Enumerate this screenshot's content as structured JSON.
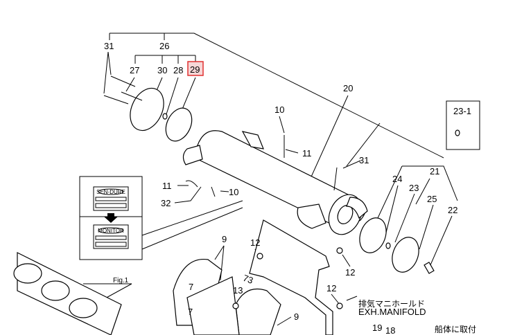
{
  "callouts": {
    "c31a": "31",
    "c26": "26",
    "c27": "27",
    "c30": "30",
    "c28": "28",
    "c29": "29",
    "c20": "20",
    "c10a": "10",
    "c11a": "11",
    "c31b": "31",
    "c23_1": "23-1",
    "c21": "21",
    "c24": "24",
    "c23": "23",
    "c25": "25",
    "c22": "22",
    "c11b": "11",
    "c32": "32",
    "c10b": "10",
    "c12a": "12",
    "c12b": "12",
    "c12c": "12",
    "c9a": "9",
    "c9b": "9",
    "c7a": "7",
    "c7b": "7",
    "c13": "13",
    "c73": "73",
    "c19": "19",
    "c18": "18"
  },
  "highlight_color": "#e03030",
  "fig_label": "Fig.1",
  "panel": {
    "top_label": "SEN-DURE",
    "bottom_label": "MONITOR"
  },
  "manifold": {
    "jp": "排気マニホールド",
    "en": "EXH.MANIFOLD"
  },
  "hull_note": "船体に取付"
}
